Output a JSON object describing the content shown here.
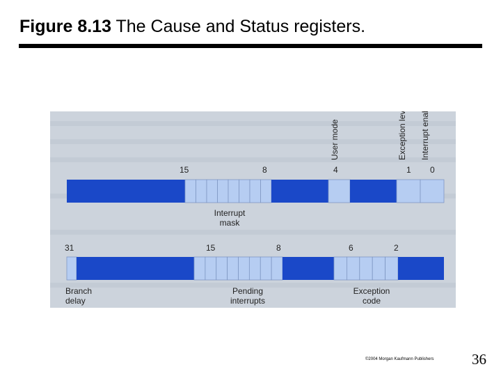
{
  "slide": {
    "figure_number": "Figure 8.13",
    "caption": " The Cause and Status registers.",
    "footer_credit": "©2004 Morgan Kaufmann Publishers",
    "page_number": "36"
  },
  "colors": {
    "dark_field": "#1a48c8",
    "light_field": "#b6cdf2",
    "panel_background": "#ccd3dc"
  },
  "status_register": {
    "bit_labels": [
      "15",
      "8",
      "4",
      "1",
      "0"
    ],
    "field_labels": {
      "user_mode": "User mode",
      "exception_level": "Exception level",
      "interrupt_enable": "Interrupt enable",
      "interrupt_mask_line1": "Interrupt",
      "interrupt_mask_line2": "mask"
    }
  },
  "cause_register": {
    "bit_labels": [
      "31",
      "15",
      "8",
      "6",
      "2"
    ],
    "field_labels": {
      "branch_delay_line1": "Branch",
      "branch_delay_line2": "delay",
      "pending_interrupts_line1": "Pending",
      "pending_interrupts_line2": "interrupts",
      "exception_code_line1": "Exception",
      "exception_code_line2": "code"
    }
  }
}
